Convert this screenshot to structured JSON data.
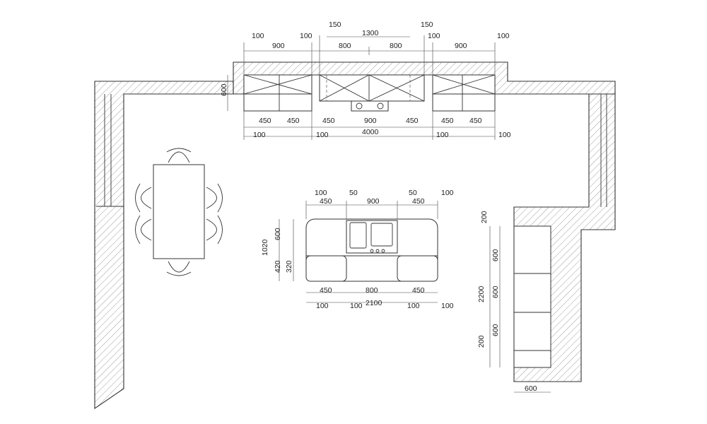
{
  "top_run": {
    "above_row1": [
      "100",
      "100",
      "150",
      "1300",
      "150",
      "100",
      "100"
    ],
    "above_row2": [
      "900",
      "800",
      "800",
      "900"
    ],
    "depth": "600",
    "below_row1": [
      "450",
      "450",
      "450",
      "900",
      "450",
      "450",
      "450"
    ],
    "below_row2": [
      "100",
      "100",
      "4000",
      "100",
      "100"
    ]
  },
  "island": {
    "top_row1": [
      "100",
      "50",
      "900",
      "50",
      "100"
    ],
    "top_row2": [
      "450",
      "450"
    ],
    "left_dims": [
      "1020",
      "600",
      "420",
      "320"
    ],
    "bottom_row1": [
      "450",
      "800",
      "450"
    ],
    "bottom_row2": [
      "100",
      "100",
      "2100",
      "100",
      "100"
    ]
  },
  "right_run": {
    "left_dims": [
      "200",
      "600",
      "2200",
      "600",
      "600",
      "200"
    ],
    "bottom": "600"
  }
}
